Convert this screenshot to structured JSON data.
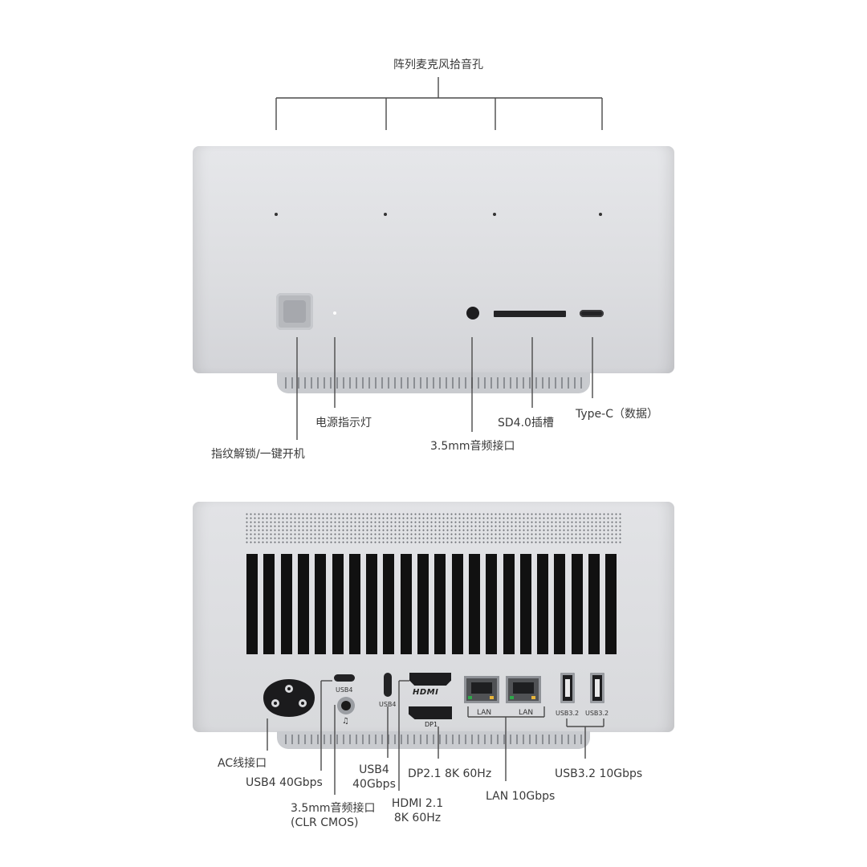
{
  "top_view": {
    "mic_array_label": "阵列麦克风拾音孔",
    "power_led_label": "电源指示灯",
    "fingerprint_label": "指纹解锁/一键开机",
    "audio_jack_label": "3.5mm音频接口",
    "sd_slot_label": "SD4.0插槽",
    "typec_label": "Type-C（数据）"
  },
  "rear_view": {
    "ac_label": "AC线接口",
    "usb4_left_label": "USB4 40Gbps",
    "usb4_left_port_text": "USB4",
    "usb4_mid_label": "USB4\n40Gbps",
    "usb4_mid_port_text": "USB4",
    "audio_clr_label": "3.5mm音频接口\n(CLR CMOS)",
    "hdmi_label": "HDMI 2.1\n8K 60Hz",
    "hdmi_port_text": "HDMI",
    "dp_label": "DP2.1 8K 60Hz",
    "dp_port_text": "DP1",
    "lan_label": "LAN 10Gbps",
    "lan_port_text": [
      "LAN",
      "LAN"
    ],
    "usb32_label": "USB3.2 10Gbps",
    "usb32_port_text": [
      "USB3.2",
      "USB3.2"
    ]
  }
}
